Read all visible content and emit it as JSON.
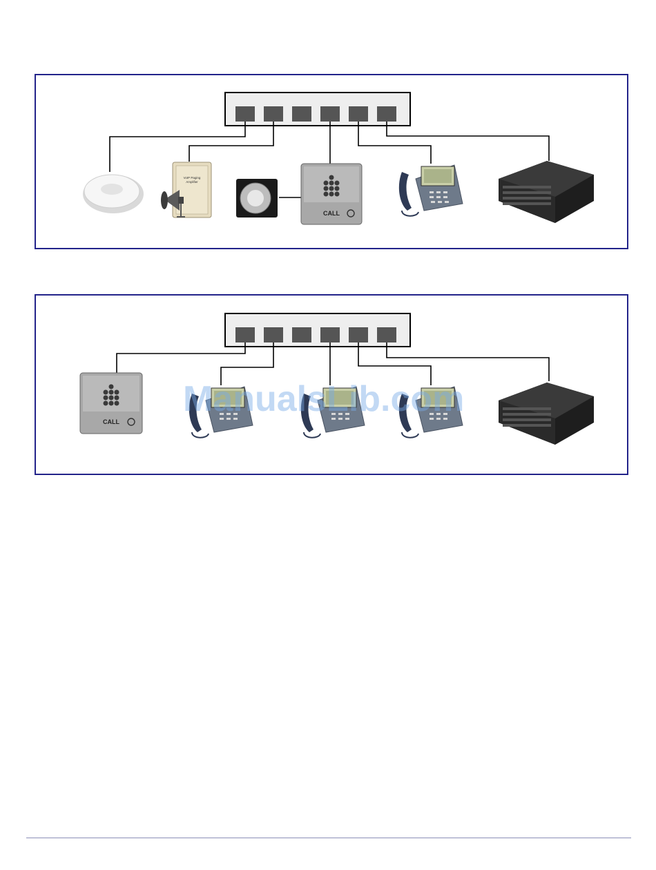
{
  "diagrams": [
    {
      "id": "diagram-paging-setup",
      "switch_ports": 6,
      "devices": [
        "speaker",
        "amplifier-horn",
        "strobe",
        "intercom",
        "ip-phone",
        "server"
      ]
    },
    {
      "id": "diagram-intercom-phones",
      "switch_ports": 6,
      "devices": [
        "intercom",
        "ip-phone",
        "ip-phone",
        "ip-phone",
        "server"
      ]
    }
  ],
  "intercom_logo_text": "CALL",
  "amplifier_label_lines": [
    "VoIP Paging",
    "Amplifier"
  ],
  "watermark": "ManualsLib.com",
  "colors": {
    "panel_border": "#22238a",
    "switch_fill": "#eeeeee",
    "port_fill": "#555555",
    "server_body": "#1e1e1e",
    "intercom_steel": "#9a9a9a",
    "watermark": "#78aae6"
  }
}
